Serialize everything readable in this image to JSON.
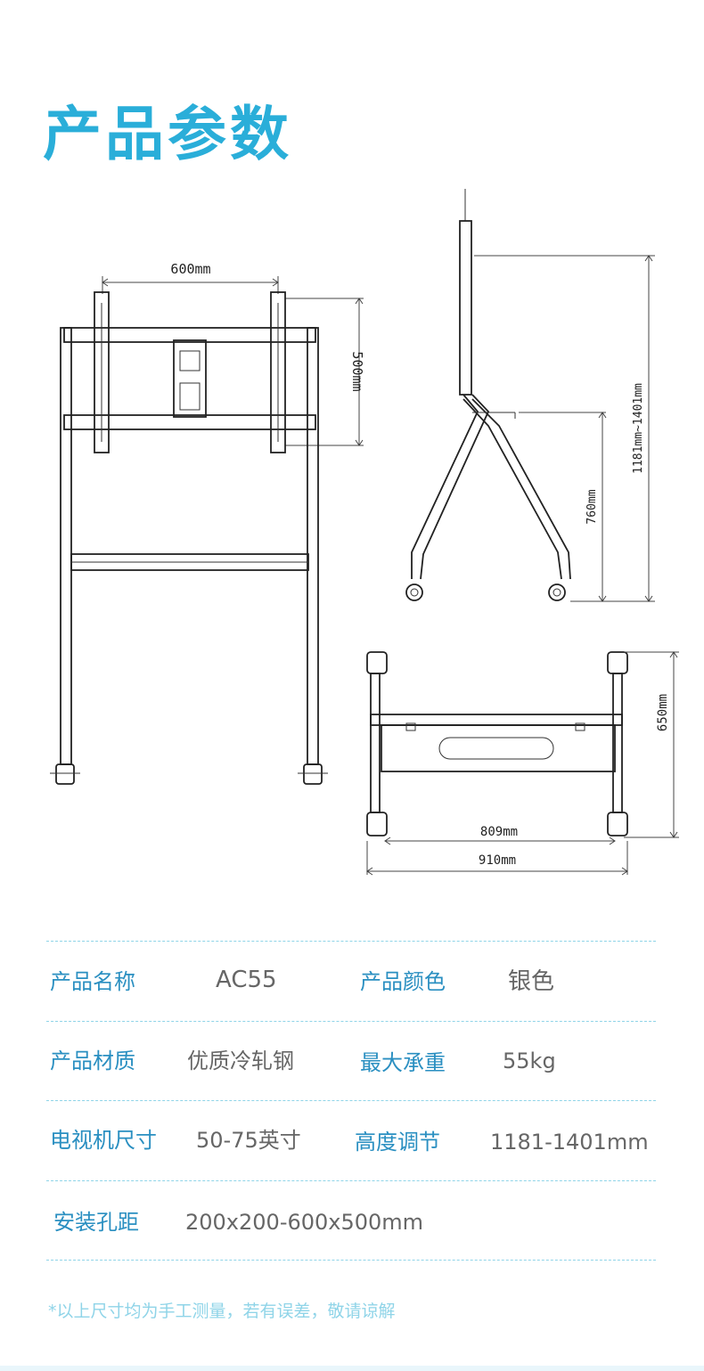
{
  "title": "产品参数",
  "dimensions": {
    "vesa_width": "600mm",
    "vesa_height": "500mm",
    "height_range": "1181mm~1401mm",
    "shelf_height": "760mm",
    "depth": "650mm",
    "inner_width": "809mm",
    "outer_width": "910mm"
  },
  "specs": [
    [
      {
        "label": "产品名称",
        "value": "AC55"
      },
      {
        "label": "产品颜色",
        "value": "银色"
      }
    ],
    [
      {
        "label": "产品材质",
        "value": "优质冷轧钢"
      },
      {
        "label": "最大承重",
        "value": "55kg"
      }
    ],
    [
      {
        "label": "电视机尺寸",
        "value": "50-75英寸"
      },
      {
        "label": "高度调节",
        "value": "1181-1401mm"
      }
    ],
    [
      {
        "label": "安装孔距",
        "value": "200x200-600x500mm"
      }
    ]
  ],
  "note": "*以上尺寸均为手工测量，若有误差，敬请谅解",
  "colors": {
    "accent": "#2aaed9",
    "label": "#2a8fc1",
    "value": "#666666",
    "rule": "#8fd4e8"
  }
}
